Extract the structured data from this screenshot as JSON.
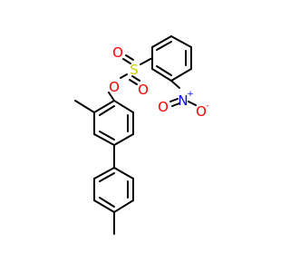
{
  "molecule": {
    "atoms": {
      "sulfur": "S",
      "oxygen_sulfonyl_top": "O",
      "oxygen_sulfonyl_bottom": "O",
      "oxygen_ester": "O",
      "nitrogen": "N",
      "nitrogen_charge": "+",
      "oxygen_nitro_left": "O",
      "oxygen_nitro_right": "O",
      "oxygen_nitro_charge": "-"
    },
    "colors": {
      "bond": "#000000",
      "oxygen": "#ff0000",
      "nitrogen": "#0000ff",
      "sulfur": "#cccc00",
      "background": "#ffffff"
    }
  }
}
